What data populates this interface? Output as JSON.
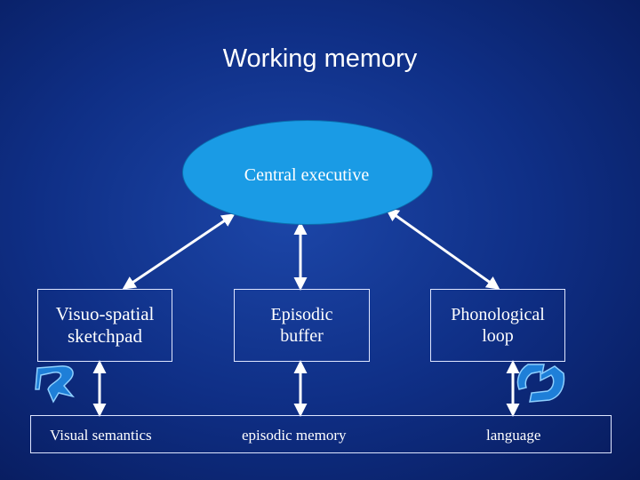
{
  "title": "Working memory",
  "central": {
    "label": "Central executive"
  },
  "components": {
    "visuospatial": "Visuo-spatial\nsketchpad",
    "episodic": "Episodic\nbuffer",
    "phonological": "Phonological\nloop"
  },
  "long_term": {
    "visual": "Visual semantics",
    "episodic": "episodic memory",
    "language": "language"
  },
  "colors": {
    "background": "#0f2f86",
    "ellipse": "#1a9be5",
    "curl_arrow": "#1e7fd8"
  }
}
